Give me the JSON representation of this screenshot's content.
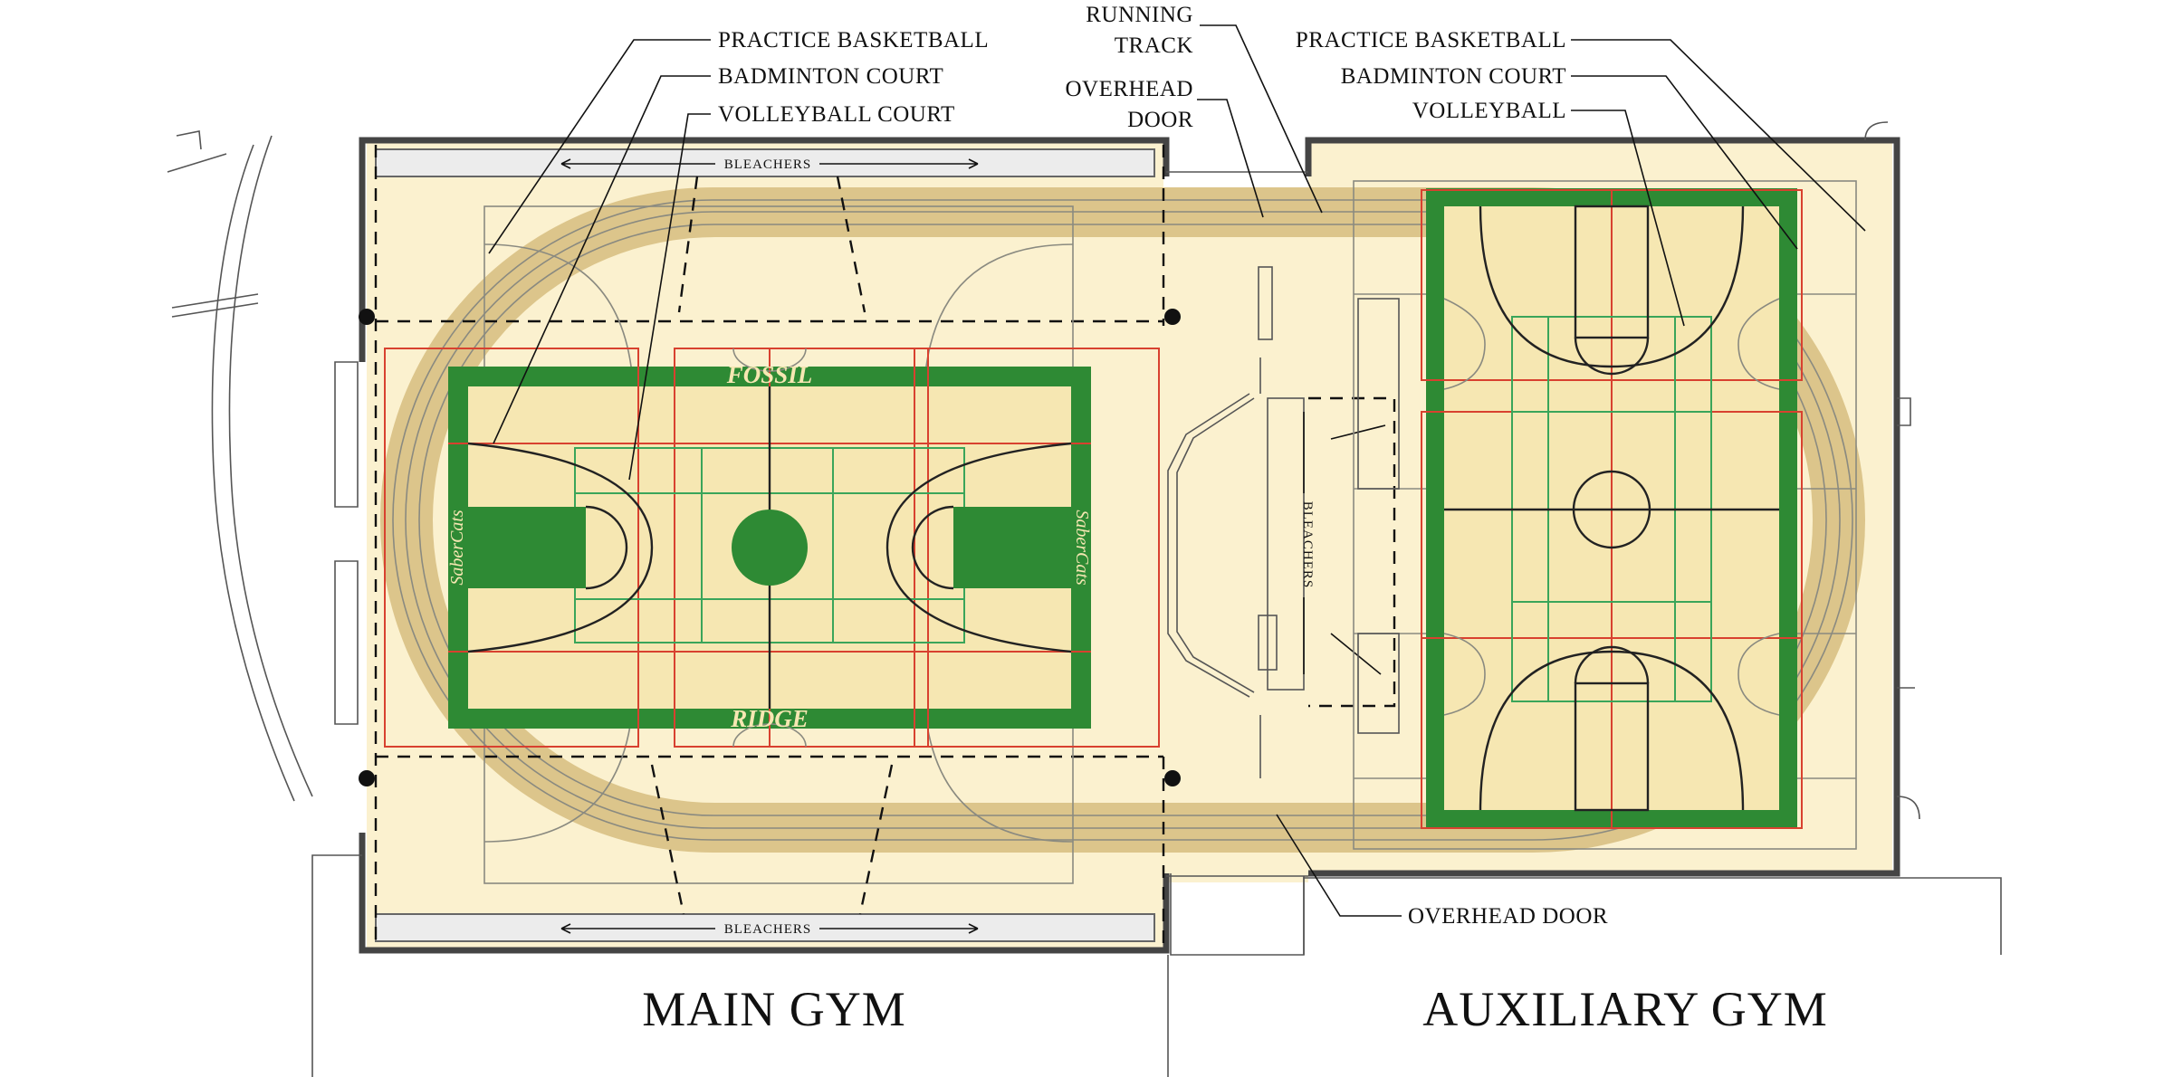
{
  "callouts": {
    "main_practice_basketball": "PRACTICE BASKETBALL",
    "main_badminton_court": "BADMINTON COURT",
    "main_volleyball_court": "VOLLEYBALL COURT",
    "running_track_line1": "RUNNING",
    "running_track_line2": "TRACK",
    "overhead_door_line1": "OVERHEAD",
    "overhead_door_line2": "DOOR",
    "aux_practice_basketball": "PRACTICE BASKETBALL",
    "aux_badminton_court": "BADMINTON COURT",
    "aux_volleyball": "VOLLEYBALL",
    "overhead_door_bottom": "OVERHEAD DOOR"
  },
  "bleachers": {
    "top": "BLEACHERS",
    "bottom": "BLEACHERS",
    "center": "BLEACHERS"
  },
  "court_text": {
    "top": "FOSSIL",
    "bottom": "RIDGE",
    "left": "SaberCats",
    "right": "SaberCats"
  },
  "titles": {
    "main_gym": "MAIN GYM",
    "auxiliary_gym": "AUXILIARY GYM"
  },
  "colors": {
    "floor": "#fbf1cf",
    "court_fill": "#f6e7b2",
    "court_border": "#2e8a34",
    "track": "#dcc58b",
    "red_lines": "#d8412f",
    "green_lines": "#3aa55a"
  }
}
